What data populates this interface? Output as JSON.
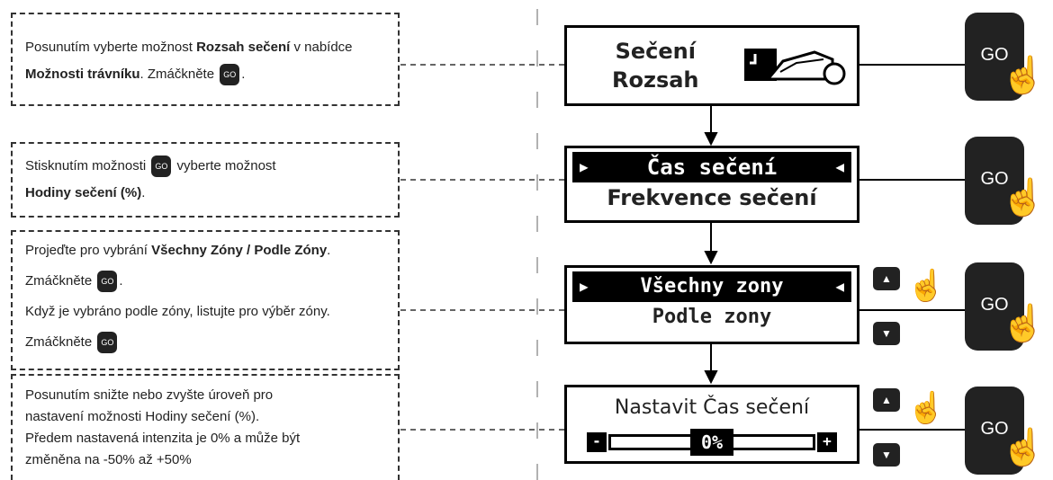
{
  "steps": [
    {
      "instruction": {
        "t1": "Posunutím vyberte možnost ",
        "b1": "Rozsah sečení",
        "t2": " v nabídce ",
        "b2": "Možnosti trávníku",
        "t3": ". Zmáčkněte ",
        "t4": "."
      },
      "screen": {
        "line1": "Sečení",
        "line2": "Rozsah",
        "icon": "mower-icon"
      }
    },
    {
      "instruction": {
        "t1": "Stisknutím možnosti ",
        "t2": " vyberte možnost ",
        "b1": "Hodiny sečení (%)",
        "t3": "."
      },
      "screen": {
        "selected": "Čas sečení",
        "other": "Frekvence sečení"
      }
    },
    {
      "instruction": {
        "t1": "Projeďte pro vybrání ",
        "b1": "Všechny Zóny / Podle Zóny",
        "t2": ". Zmáčkněte ",
        "t3": ".",
        "t4": "Když je vybráno podle zóny, listujte pro výběr zóny. Zmáčkněte "
      },
      "screen": {
        "selected": "Všechny zony",
        "other": "Podle zony"
      }
    },
    {
      "instruction": {
        "line1": "Posunutím snižte nebo zvyšte úroveň pro",
        "line2": "nastavení možnosti Hodiny sečení (%).",
        "line3": "Předem nastavená intenzita je 0% a může být",
        "line4": "změněna na -50% až +50%"
      },
      "screen": {
        "title": "Nastavit Čas sečení",
        "value": "0%",
        "minus": "-",
        "plus": "+",
        "level_fraction": 0.5
      }
    }
  ],
  "button_label": "GO",
  "icons": [
    "go-button-icon",
    "hand-icon",
    "up-arrow-icon",
    "down-arrow-icon",
    "mower-icon"
  ]
}
